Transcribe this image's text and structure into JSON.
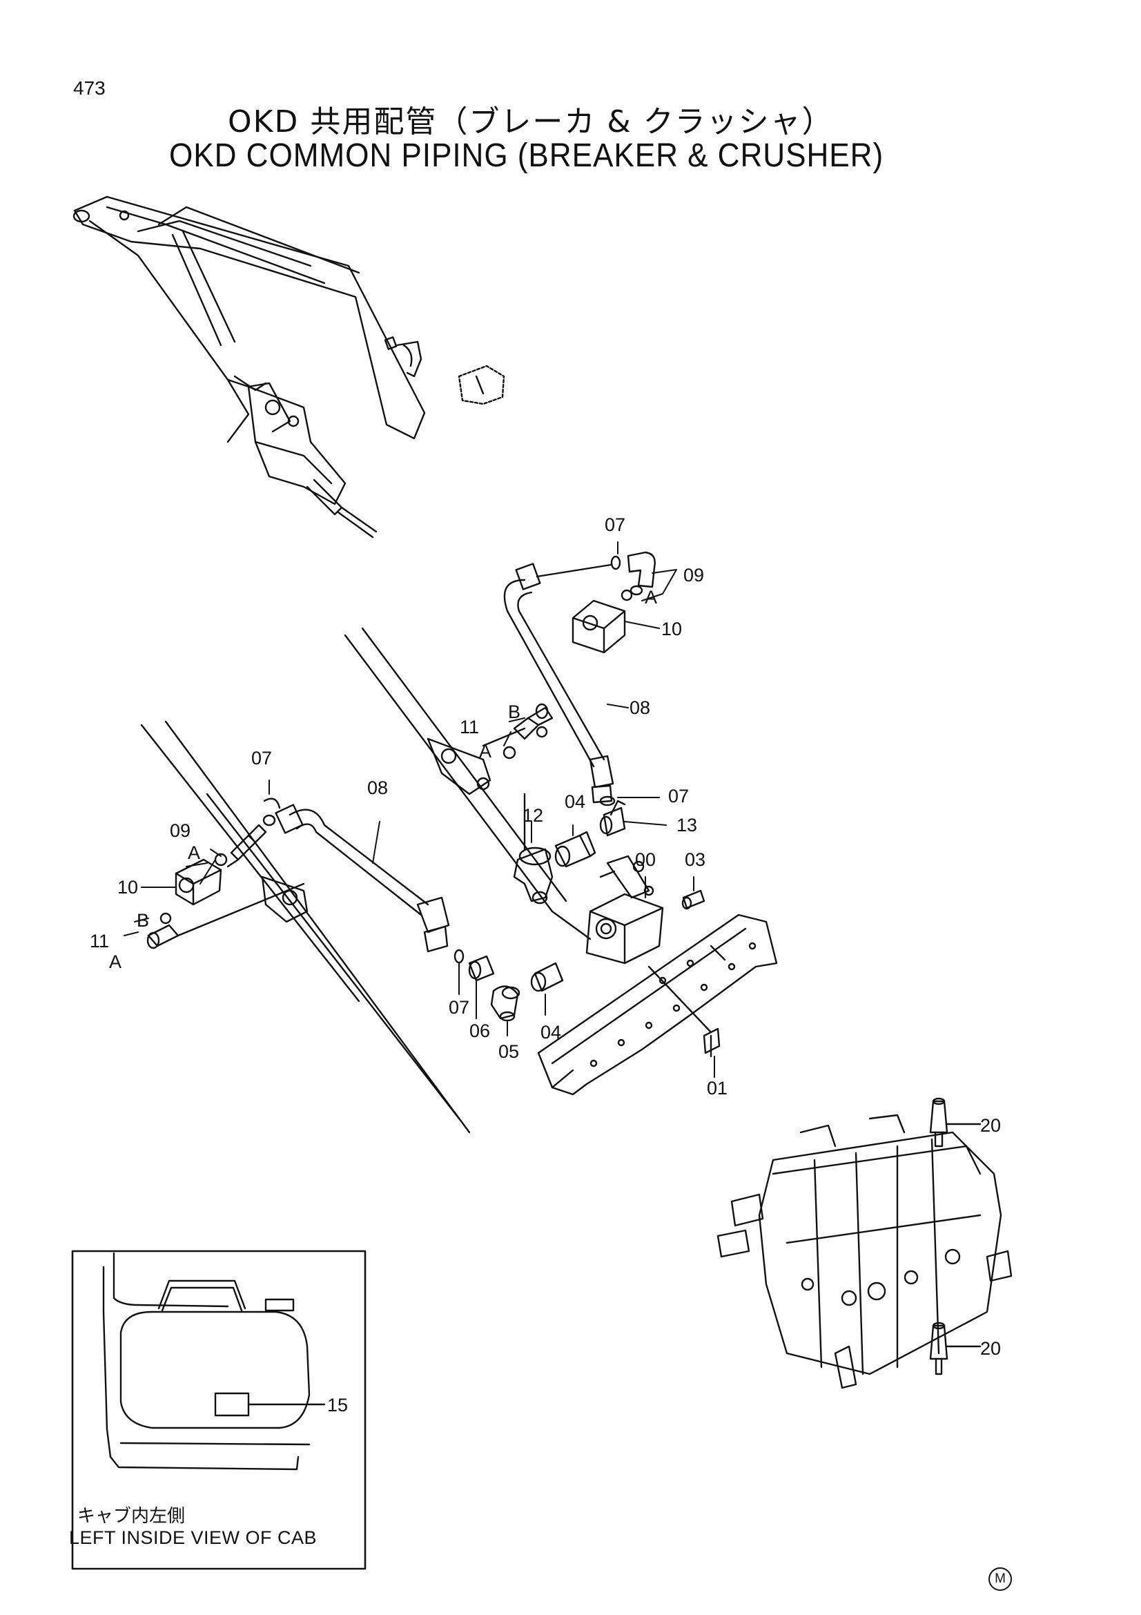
{
  "page_number": "473",
  "title_jp": "OKD 共用配管（ブレーカ & クラッシャ）",
  "title_en": "OKD COMMON PIPING (BREAKER & CRUSHER)",
  "labels": {
    "l_07_top": "07",
    "l_09_top": "09",
    "l_A_top": "A",
    "l_10_top": "10",
    "l_08_right": "08",
    "l_11_mid": "11",
    "l_B_mid": "B",
    "l_A_mid": "A",
    "l_07_right": "07",
    "l_13": "13",
    "l_04_upper": "04",
    "l_12": "12",
    "l_00": "00",
    "l_03": "03",
    "l_07_left": "07",
    "l_08_left": "08",
    "l_09_left": "09",
    "l_A_left": "A",
    "l_10_left": "10",
    "l_B_left": "B",
    "l_11_left": "11",
    "l_A_left2": "A",
    "l_07_bottom": "07",
    "l_06": "06",
    "l_05": "05",
    "l_04_lower": "04",
    "l_01": "01",
    "l_20_top": "20",
    "l_20_bottom": "20",
    "l_15": "15"
  },
  "inset": {
    "caption_jp": "キャブ内左側",
    "caption_en": "LEFT INSIDE VIEW OF CAB"
  },
  "mark": "M"
}
